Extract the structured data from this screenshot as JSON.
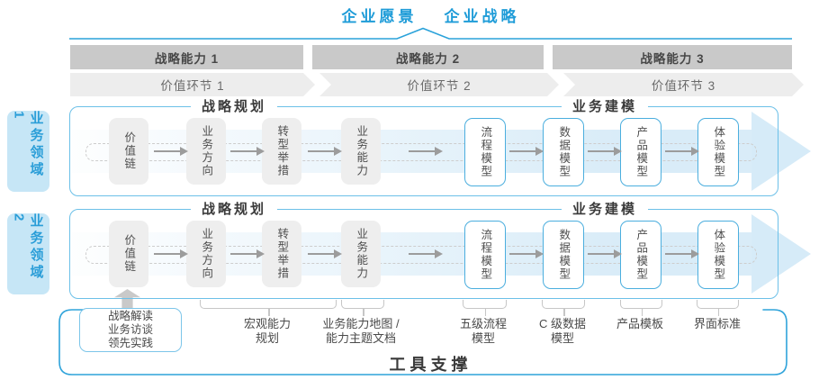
{
  "palette": {
    "accent_blue": "#1f9cd8",
    "panel_border_blue": "#6cc0e8",
    "tools_frame_blue": "#2fa3da",
    "model_box_border_blue": "#4baede",
    "side_label_bg": "#c6e6f6",
    "capability_bar_bg": "#c9c9c9",
    "value_bar_bg": "#ededed",
    "gray_box_bg": "#eeeeee",
    "big_arrow_fill": "#d9ecf8",
    "dashed_track_gray": "#cdcdcd",
    "connector_gray": "#9c9c9c",
    "brace_gray": "#c6c6c6",
    "text_dark": "#3b3b3b"
  },
  "header": {
    "vision": "企业愿景",
    "strategy": "企业战略"
  },
  "capability_bar": [
    "战略能力 1",
    "战略能力 2",
    "战略能力 3"
  ],
  "value_bar": [
    "价值环节 1",
    "价值环节 2",
    "价值环节 3"
  ],
  "domains": [
    {
      "label": "业务领域 1",
      "sections": {
        "planning": "战略规划",
        "modeling": "业务建模"
      },
      "planning_boxes": [
        "价值链",
        "业务方向",
        "转型举措",
        "业务能力"
      ],
      "modeling_boxes": [
        "流程模型",
        "数据模型",
        "产品模型",
        "体验模型"
      ]
    },
    {
      "label": "业务领域 2",
      "sections": {
        "planning": "战略规划",
        "modeling": "业务建模"
      },
      "planning_boxes": [
        "价值链",
        "业务方向",
        "转型举措",
        "业务能力"
      ],
      "modeling_boxes": [
        "流程模型",
        "数据模型",
        "产品模型",
        "体验模型"
      ]
    }
  ],
  "footer": {
    "input_box_lines": "战略解读\n业务访谈\n领先实践",
    "annotations": [
      "宏观能力\n规划",
      "业务能力地图 /\n能力主题文档",
      "五级流程\n模型",
      "C 级数据\n模型",
      "产品模板",
      "界面标准"
    ],
    "tools_label": "工具支撑"
  }
}
